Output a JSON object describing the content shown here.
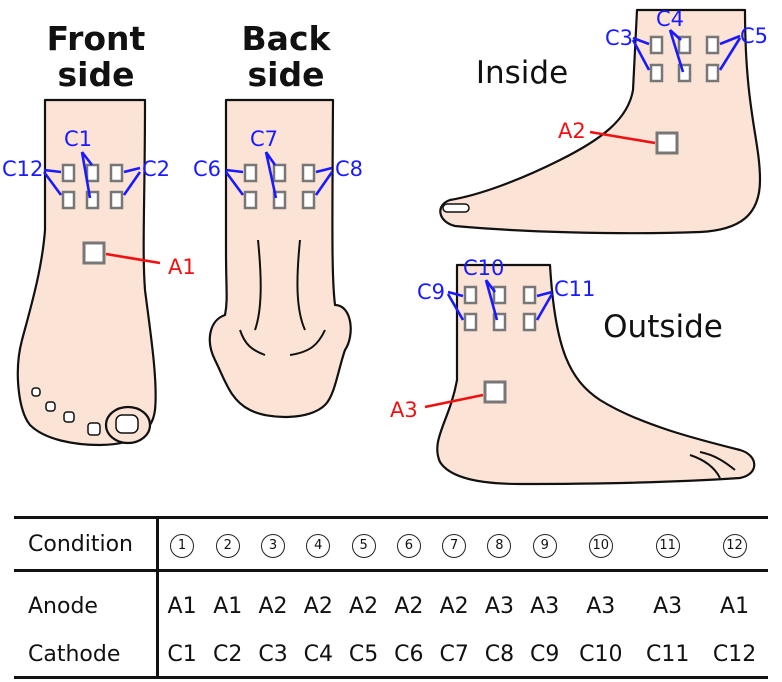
{
  "views": {
    "front": {
      "title_line1": "Front",
      "title_line2": "side"
    },
    "back": {
      "title_line1": "Back",
      "title_line2": "side"
    },
    "inside": {
      "title": "Inside"
    },
    "outside": {
      "title": "Outside"
    }
  },
  "electrodes": {
    "anodes": [
      "A1",
      "A2",
      "A3"
    ],
    "cathodes": [
      "C1",
      "C2",
      "C3",
      "C4",
      "C5",
      "C6",
      "C7",
      "C8",
      "C9",
      "C10",
      "C11",
      "C12"
    ]
  },
  "colors": {
    "anode": "#ee1111",
    "cathode": "#1a1aff",
    "skin": "#fbe3d6"
  },
  "table": {
    "row_labels": {
      "condition": "Condition",
      "anode": "Anode",
      "cathode": "Cathode"
    },
    "conditions": [
      "1",
      "2",
      "3",
      "4",
      "5",
      "6",
      "7",
      "8",
      "9",
      "10",
      "11",
      "12"
    ],
    "anode": [
      "A1",
      "A1",
      "A2",
      "A2",
      "A2",
      "A2",
      "A2",
      "A3",
      "A3",
      "A3",
      "A3",
      "A1"
    ],
    "cathode": [
      "C1",
      "C2",
      "C3",
      "C4",
      "C5",
      "C6",
      "C7",
      "C8",
      "C9",
      "C10",
      "C11",
      "C12"
    ]
  }
}
